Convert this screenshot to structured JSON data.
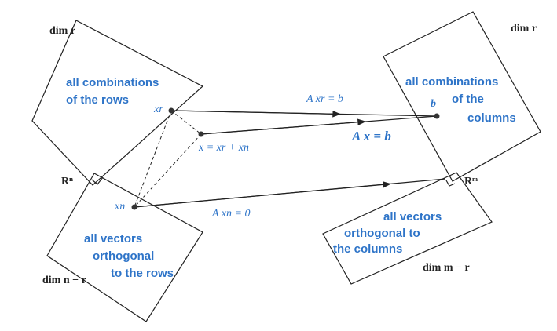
{
  "left": {
    "dim_row": "dim r",
    "row_space": [
      "all combinations",
      "of the rows"
    ],
    "space": "Rⁿ",
    "null_space": [
      "all vectors",
      "orthogonal",
      "to the rows"
    ],
    "dim_null": "dim n − r"
  },
  "right": {
    "dim_col": "dim r",
    "col_space": [
      "all combinations",
      "of the",
      "columns"
    ],
    "space": "Rᵐ",
    "left_null": [
      "all vectors",
      "orthogonal to",
      "the columns"
    ],
    "dim_left_null": "dim m − r"
  },
  "points": {
    "xr": "xr",
    "xn": "xn",
    "x_sum": "x = xr + xn",
    "b": "b"
  },
  "equations": {
    "axr": "A xr = b",
    "ax": "A x = b",
    "axn": "A xn = 0"
  },
  "colors": {
    "label": "#2e74c8",
    "ink": "#222222"
  }
}
